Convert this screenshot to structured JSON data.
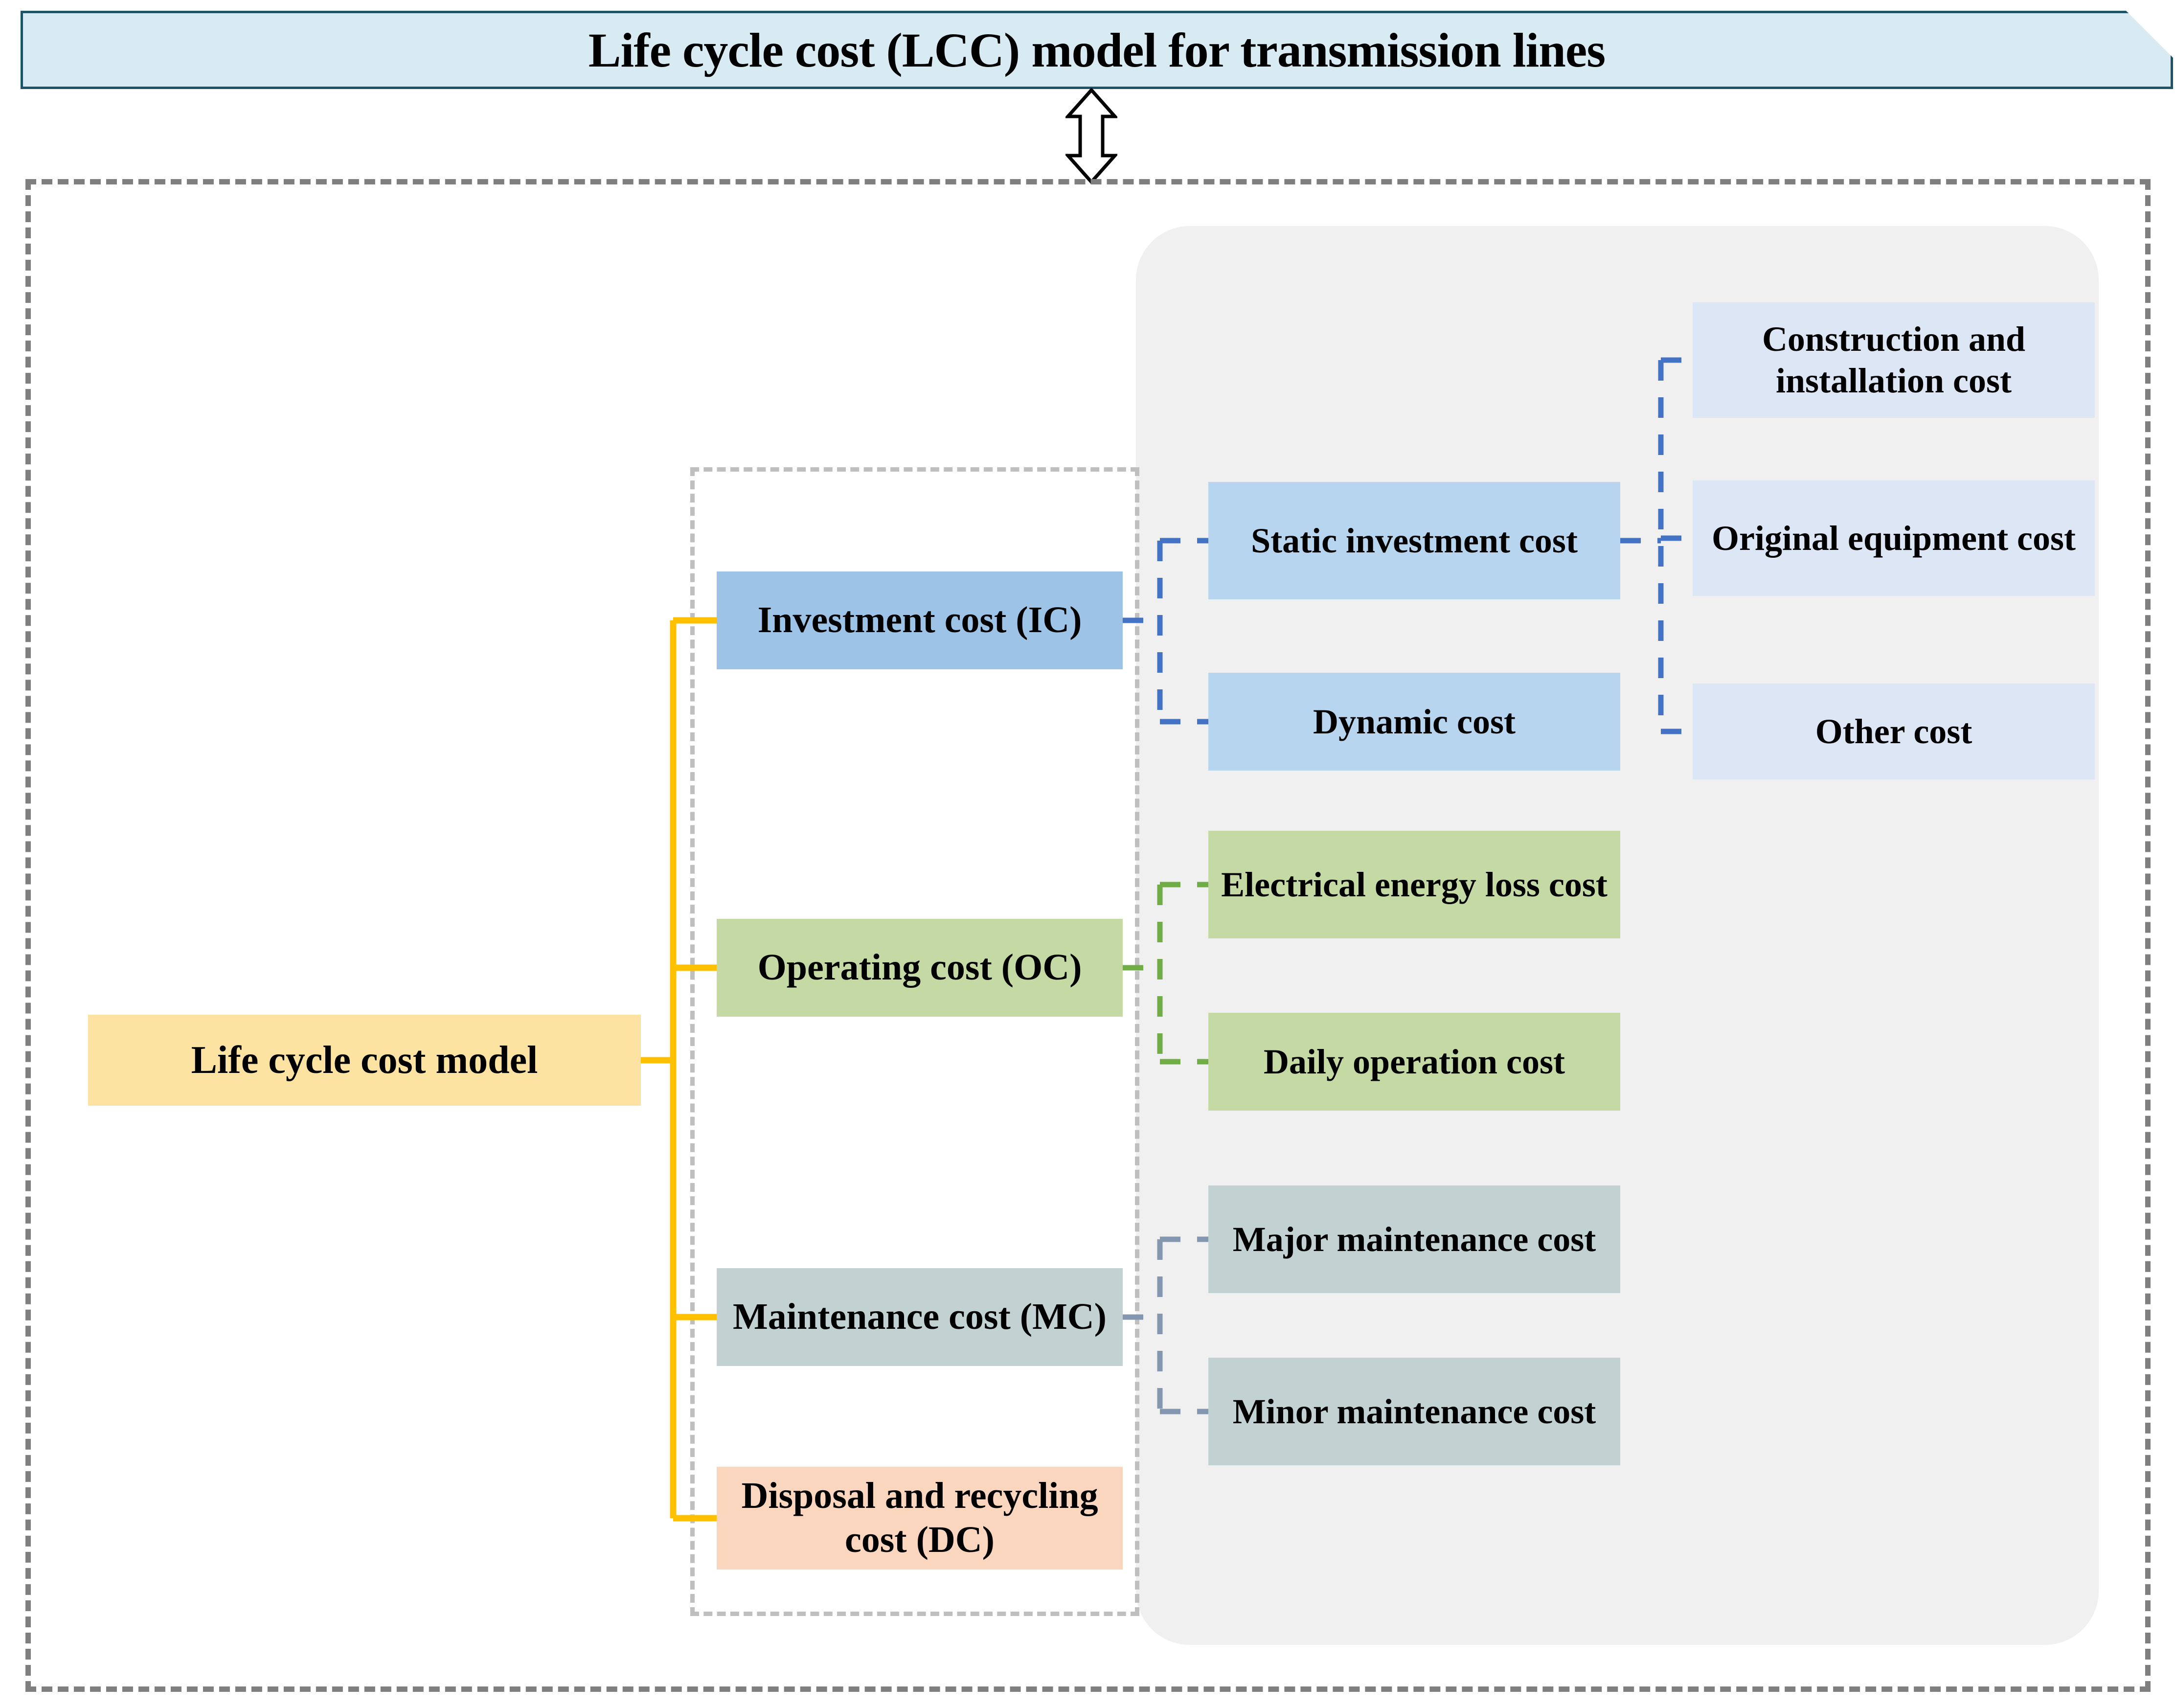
{
  "header": {
    "title": "Life cycle cost (LCC) model for transmission lines",
    "banner_fill": "#D8EBF2",
    "banner_border": "#1F5468"
  },
  "arrow": {
    "name": "double-headed-vertical-arrow"
  },
  "frames": {
    "outer_dashed_color": "#7F7F7F",
    "inner_dashed_color": "#BFBFBF",
    "grey_panel_fill": "#F0F0F0"
  },
  "connectors": {
    "root_branch_color": "#FFC000",
    "investment_color": "#4472C4",
    "operating_color": "#70AD47",
    "maintenance_color": "#8496B0"
  },
  "nodes": {
    "root": {
      "label": "Life cycle cost model",
      "fill": "#FCE3A2"
    },
    "level2": [
      {
        "id": "ic",
        "label": "Investment cost (IC)",
        "fill": "#9DC3E6"
      },
      {
        "id": "oc",
        "label": "Operating  cost  (OC)",
        "fill": "#C5D9A4"
      },
      {
        "id": "mc",
        "label": "Maintenance cost (MC)",
        "fill": "#C2D1D1"
      },
      {
        "id": "dc",
        "label": "Disposal and recycling cost (DC)",
        "fill": "#FBD6BF"
      }
    ],
    "level3": [
      {
        "id": "static",
        "label": "Static investment cost",
        "fill": "#B7D5EE",
        "parent": "ic"
      },
      {
        "id": "dynamic",
        "label": "Dynamic cost",
        "fill": "#B7D5EE",
        "parent": "ic"
      },
      {
        "id": "eloss",
        "label": "Electrical energy loss cost",
        "fill": "#C5D9A4",
        "parent": "oc"
      },
      {
        "id": "daily",
        "label": "Daily operation cost",
        "fill": "#C5D9A4",
        "parent": "oc"
      },
      {
        "id": "major",
        "label": "Major maintenance cost",
        "fill": "#C2D1D1",
        "parent": "mc"
      },
      {
        "id": "minor",
        "label": "Minor maintenance cost",
        "fill": "#C2D1D1",
        "parent": "mc"
      }
    ],
    "level4": [
      {
        "id": "construction",
        "label": "Construction and installation cost",
        "fill": "#DCE6F4",
        "parent": "static"
      },
      {
        "id": "original",
        "label": "Original equipment cost",
        "fill": "#DCE6F4",
        "parent": "static"
      },
      {
        "id": "other",
        "label": "Other cost",
        "fill": "#DCE6F4",
        "parent": "static"
      }
    ]
  }
}
